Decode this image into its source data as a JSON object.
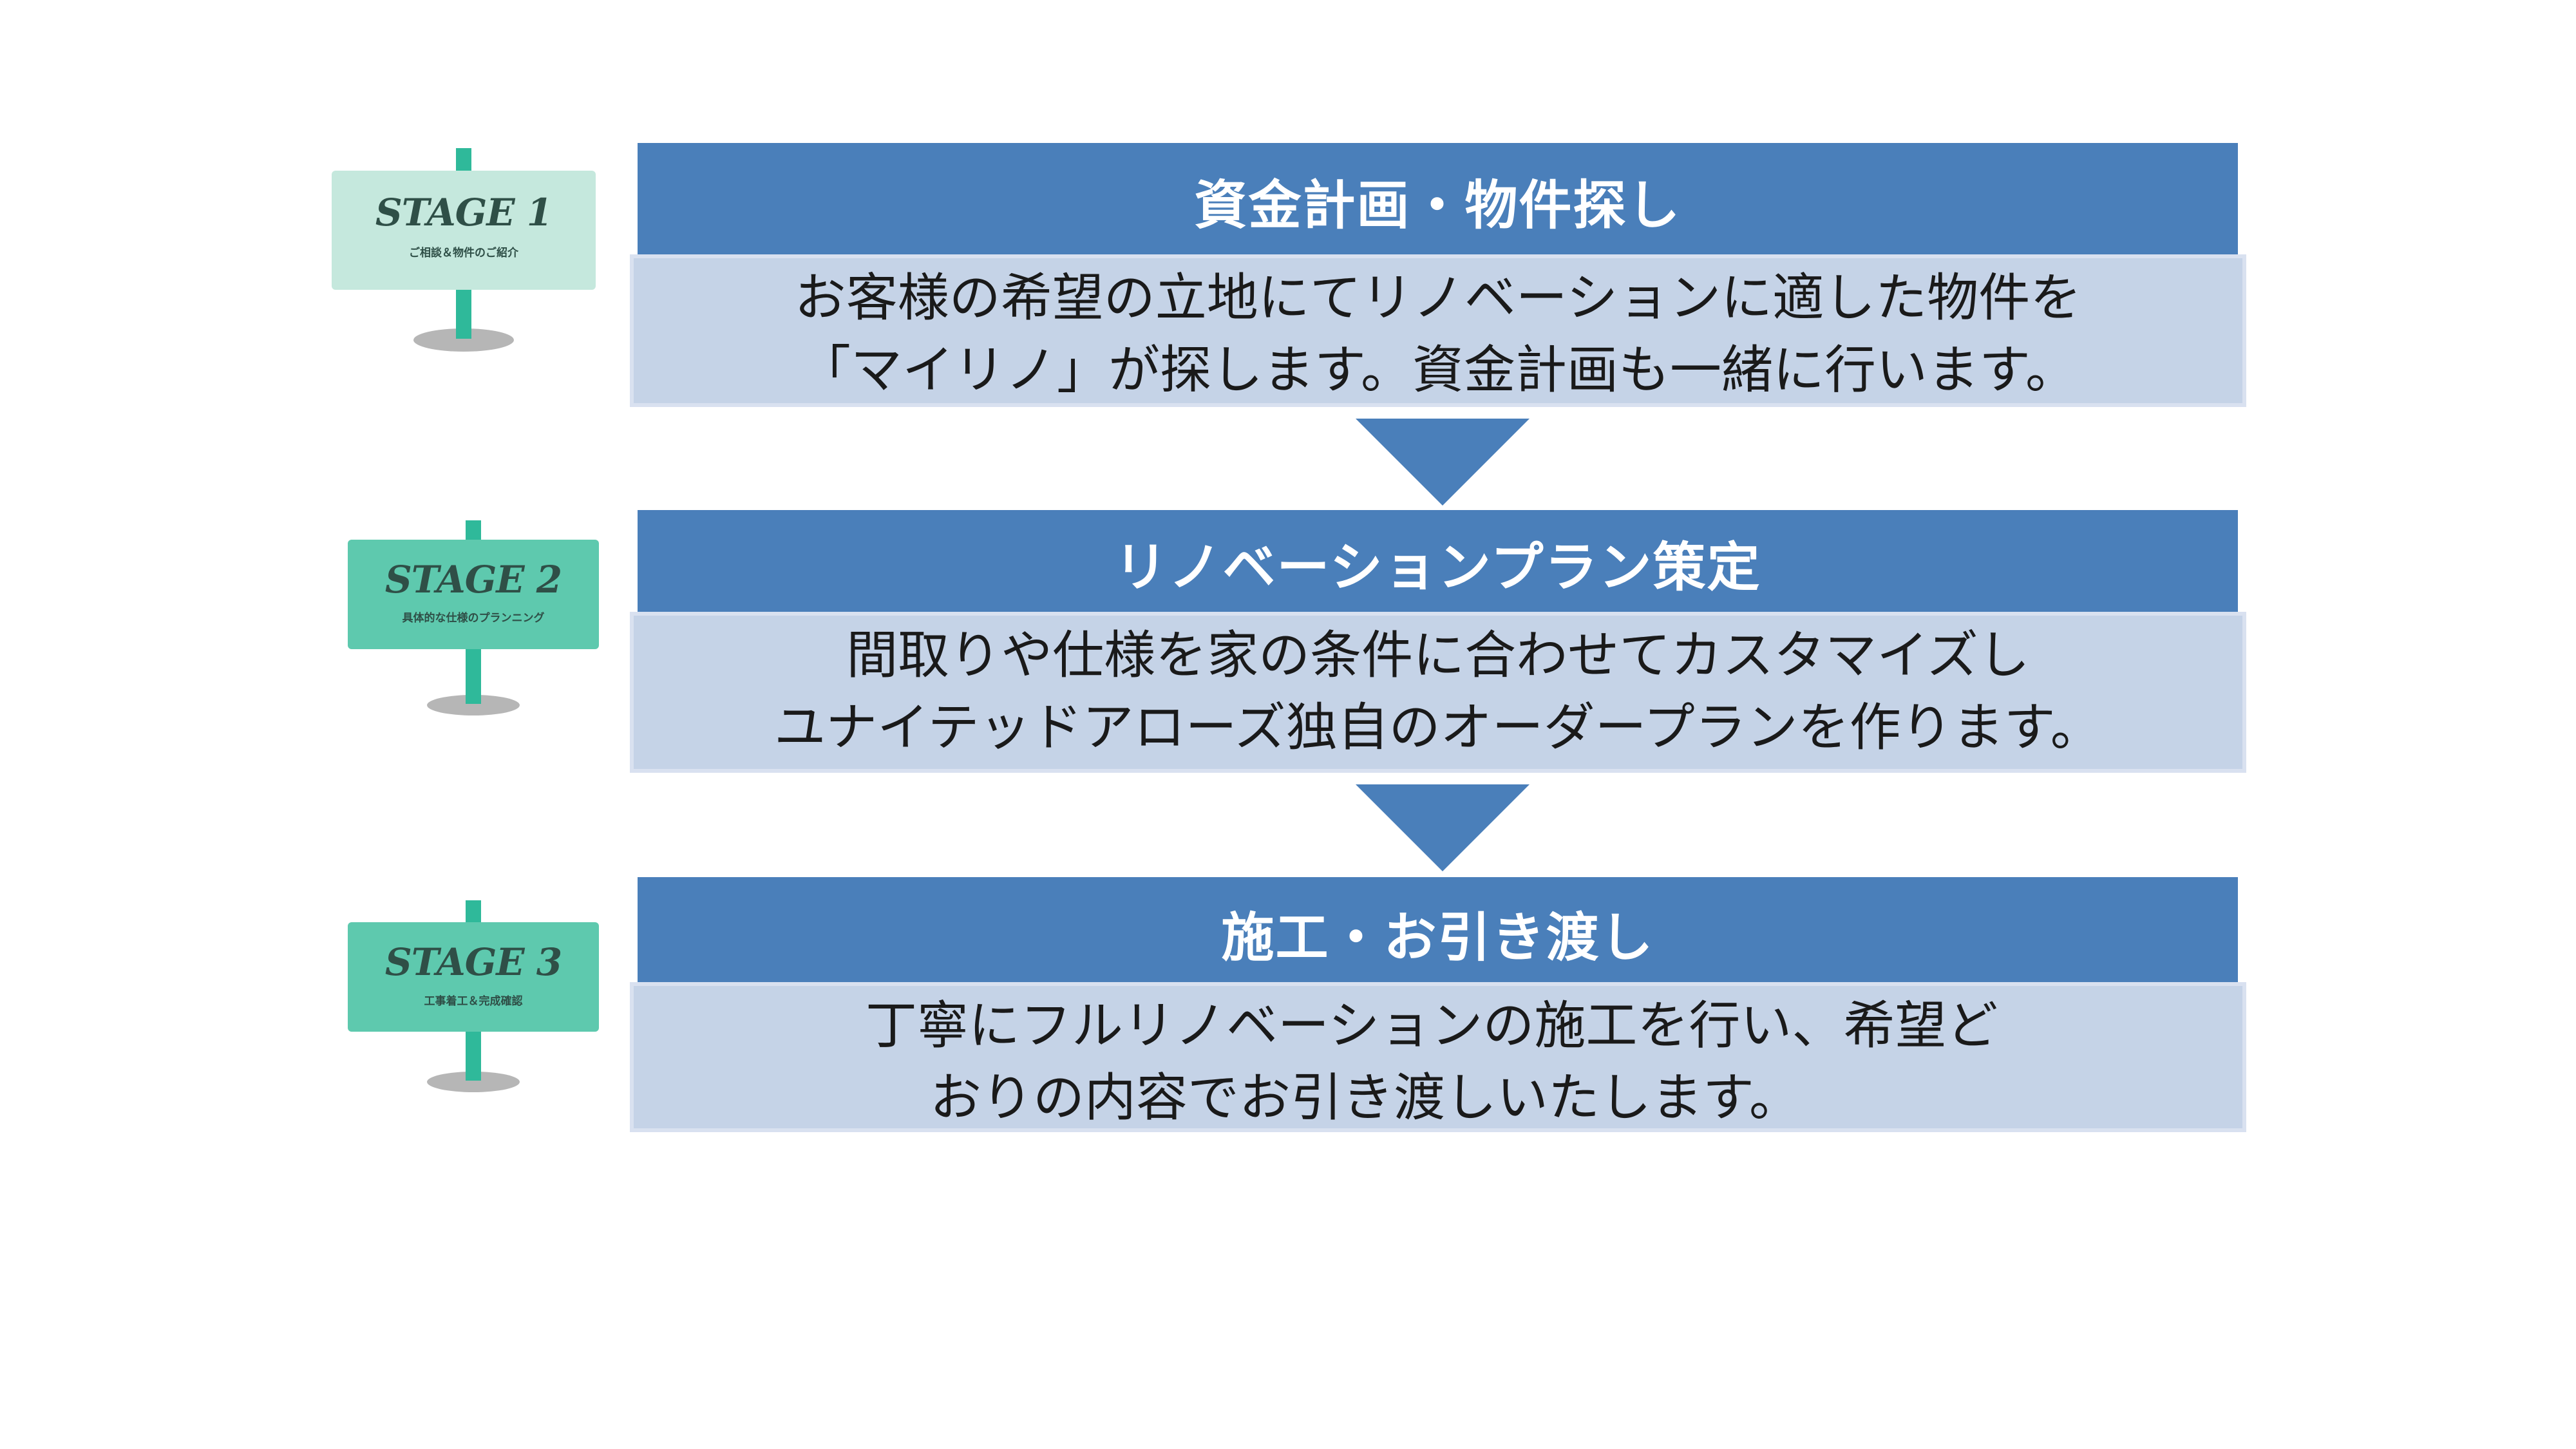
{
  "colors": {
    "header_bg": "#4a7fba",
    "body_bg": "#c5d3e7",
    "arrow": "#4a7fba",
    "sign_pale": "#c5e8dd",
    "sign_mid": "#5ec9ae",
    "sign_post": "#2fb99a"
  },
  "stages": [
    {
      "sign_title": "STAGE 1",
      "sign_subtitle": "ご相談＆物件のご紹介",
      "header": "資金計画・物件探し",
      "body_lines": [
        "お客様の希望の立地にてリノベーションに適した物件を",
        "「マイリノ」が探します。資金計画も一緒に行います。"
      ]
    },
    {
      "sign_title": "STAGE 2",
      "sign_subtitle": "具体的な仕様のプランニング",
      "header": "リノベーションプラン策定",
      "body_lines": [
        "間取りや仕様を家の条件に合わせてカスタマイズし",
        "ユナイテッドアローズ独自のオーダープランを作ります。"
      ]
    },
    {
      "sign_title": "STAGE 3",
      "sign_subtitle": "工事着工＆完成確認",
      "header": "施工・お引き渡し",
      "body_lines": [
        "丁寧にフルリノベーションの施工を行い、希望ど",
        "おりの内容でお引き渡しいたします。"
      ]
    }
  ]
}
